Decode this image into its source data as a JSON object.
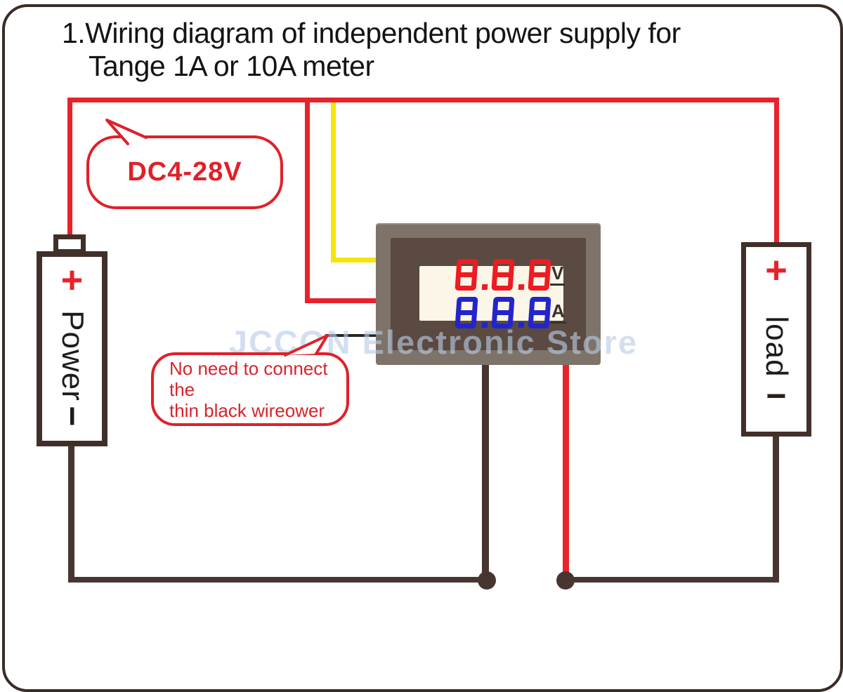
{
  "page": {
    "title_line1": "1.Wiring diagram of independent power supply for",
    "title_line2": "Tange 1A or 10A meter"
  },
  "callouts": {
    "power_range": {
      "label": "DC4-28V"
    },
    "note": {
      "line1": "No need to connect the",
      "line2": "thin black wireower"
    }
  },
  "meter": {
    "voltage_display": "8.8.8",
    "voltage_unit": "V",
    "current_display": "8.8.8",
    "current_unit": "A"
  },
  "battery": {
    "plus": "+",
    "label": "Power",
    "minus": "−"
  },
  "load": {
    "plus": "+",
    "label": "load",
    "minus": "−"
  },
  "watermark": "JCCON Electronic Store",
  "colors": {
    "wire_red": "#e8222b",
    "wire_yellow": "#f6e40a",
    "wire_dark": "#473630",
    "box_dark": "#41302a",
    "digit_red": "#ee1b22",
    "digit_blue": "#2424cd",
    "meter_frame": "#7e7369",
    "meter_bezel": "#5a4a41",
    "meter_display": "#fbf6e7",
    "callout_red": "#e02029",
    "watermark_blue": "#b9cce6"
  }
}
